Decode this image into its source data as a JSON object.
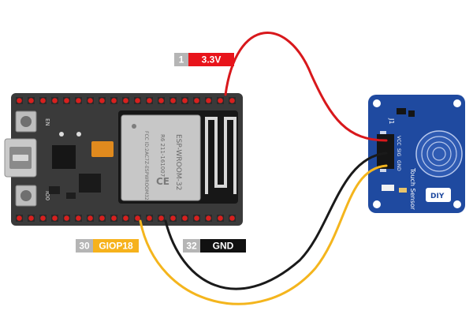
{
  "pin_labels": [
    {
      "id": "vcc",
      "number": "1",
      "name": "3.3V",
      "color": "#e8141b",
      "text_color": "#ffffff"
    },
    {
      "id": "gpio",
      "number": "30",
      "name": "GIOP18",
      "color": "#f6b21c",
      "text_color": "#ffffff"
    },
    {
      "id": "gnd",
      "number": "32",
      "name": "GND",
      "color": "#111111",
      "text_color": "#ffffff"
    }
  ],
  "number_box_color": "#b5b5b5",
  "wire_colors": {
    "vcc": "#d8181c",
    "gnd": "#1a1a1a",
    "signal": "#f4b51d"
  },
  "board": {
    "pcb_color": "#3a3a3a",
    "pin_color": "#d8201e",
    "button_left_top": "EN",
    "button_left_bottom": "IO0",
    "module_text": [
      "ESP-WROOM-32",
      "R6 211-161007",
      "FCC ID:2AC7Z-ESPWROOM32"
    ]
  },
  "sensor": {
    "pcb_color": "#1f4aa0",
    "header_label": "J1",
    "pin_names": [
      "VCC",
      "SIG",
      "GND"
    ],
    "title": "Touch Sensor",
    "logo_text": "DIY"
  }
}
